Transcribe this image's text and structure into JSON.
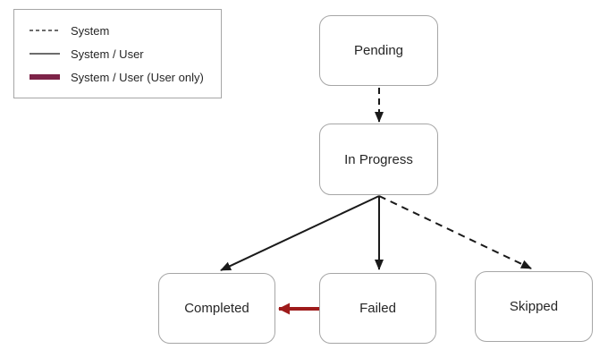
{
  "legend": {
    "items": [
      {
        "label": "System",
        "line_style": "dashed",
        "color": "#3b3b3b"
      },
      {
        "label": "System / User",
        "line_style": "solid",
        "color": "#3b3b3b"
      },
      {
        "label": "System / User (User only)",
        "line_style": "thick",
        "color": "#7d2348"
      }
    ]
  },
  "nodes": {
    "pending": {
      "label": "Pending"
    },
    "in_progress": {
      "label": "In Progress"
    },
    "completed": {
      "label": "Completed"
    },
    "failed": {
      "label": "Failed"
    },
    "skipped": {
      "label": "Skipped"
    }
  },
  "edges": [
    {
      "from": "Pending",
      "to": "In Progress",
      "style": "dashed",
      "type": "System"
    },
    {
      "from": "In Progress",
      "to": "Completed",
      "style": "solid",
      "type": "System / User"
    },
    {
      "from": "In Progress",
      "to": "Failed",
      "style": "solid",
      "type": "System / User"
    },
    {
      "from": "In Progress",
      "to": "Skipped",
      "style": "dashed",
      "type": "System"
    },
    {
      "from": "Failed",
      "to": "Completed",
      "style": "thick",
      "type": "System / User (User only)"
    }
  ],
  "colors": {
    "edge_black": "#1a1a1a",
    "user_only_red": "#9e1b1b",
    "legend_user_only": "#7d2348",
    "node_border": "#a6a6a6",
    "text": "#262626"
  }
}
